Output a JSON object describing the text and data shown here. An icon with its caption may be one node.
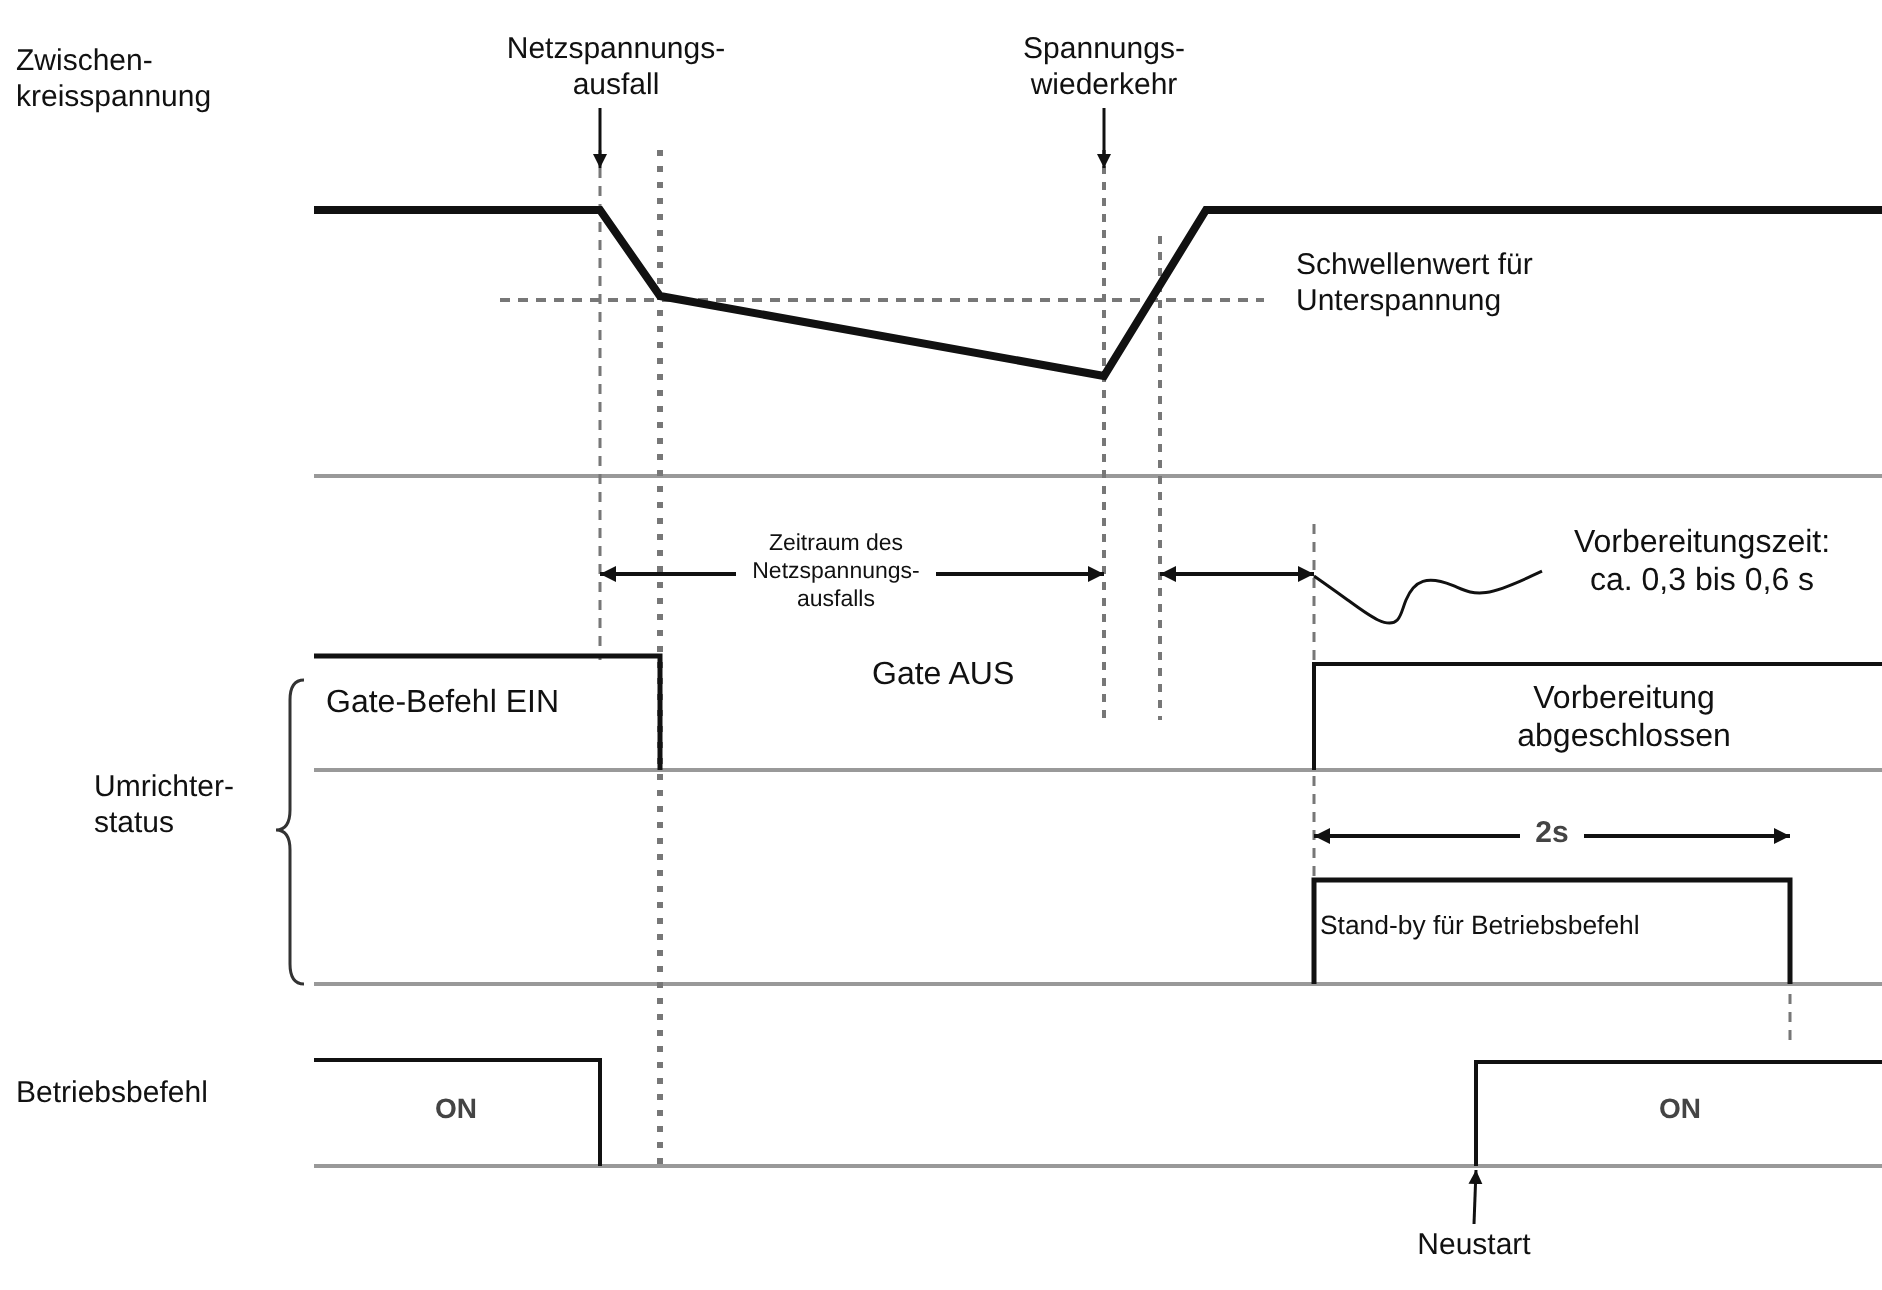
{
  "diagram": {
    "nodes": [
      {
        "text": [
          "Netzspannungs- ausfall"
        ]
      },
      {
        "text": [
          "Spannungs- wiederkehr"
        ]
      },
      {
        "text": [
          "Vorbereitungszeit: ca. 0,3 bis 0,6 s"
        ]
      },
      {
        "text": [
          "Neustart"
        ]
      },
      {
        "text": [
          "ON"
        ]
      }
    ],
    "edges": [
      {
        "from": 0,
        "to": null,
        "arrow": "to"
      },
      {
        "from": 1,
        "to": null,
        "arrow": "to"
      },
      {
        "from": 2,
        "to": null,
        "arrow": "none"
      },
      {
        "from": 3,
        "to": 4,
        "arrow": "to"
      }
    ],
    "labels": [
      "Zwischen- kreisspannung",
      "Schwellenwert für Unterspannung",
      "Zeitraum des Netzspannungs- ausfalls",
      "Gate-Befehl EIN",
      "Gate AUS",
      "Umrichter- status",
      "Vorbereitung abgeschlossen",
      "2s",
      "Stand-by für Betriebsbefehl",
      "Betriebsbefehl",
      "ON"
    ]
  }
}
